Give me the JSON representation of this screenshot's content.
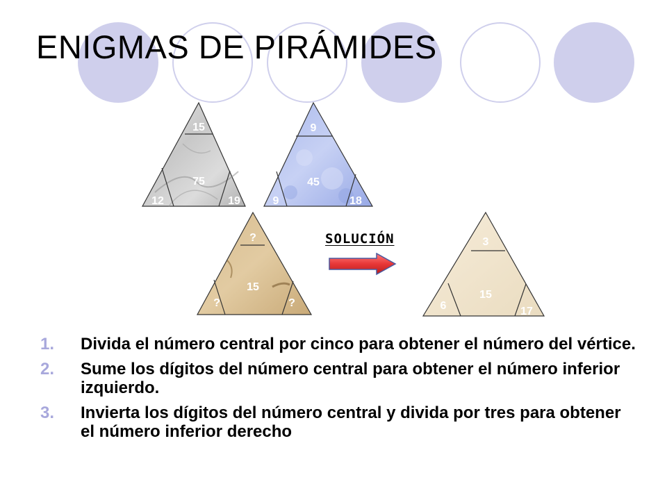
{
  "slide": {
    "title": "ENIGMAS DE PIRÁMIDES",
    "accent_colors": {
      "circle": "#cfcfec",
      "list_number": "#a8a8dc",
      "arrow": "#e83838"
    }
  },
  "pyramids": [
    {
      "top": "15",
      "center": "75",
      "left": "12",
      "right": "19",
      "texture": "marble"
    },
    {
      "top": "9",
      "center": "45",
      "left": "9",
      "right": "18",
      "texture": "blue"
    },
    {
      "top": "?",
      "center": "15",
      "left": "?",
      "right": "?",
      "texture": "parchment"
    },
    {
      "top": "3",
      "center": "15",
      "left": "6",
      "right": "17",
      "texture": "cream"
    }
  ],
  "solution": {
    "label": "SOLUCIÓN",
    "icon": "arrow-right-icon"
  },
  "steps": [
    {
      "number": "1.",
      "text": "Divida el número central por cinco para obtener el número del vértice."
    },
    {
      "number": "2.",
      "text": "Sume los dígitos del número central para obtener el número inferior izquierdo."
    },
    {
      "number": "3.",
      "text": "Invierta los dígitos del número central y divida por tres para obtener el número inferior derecho"
    }
  ]
}
